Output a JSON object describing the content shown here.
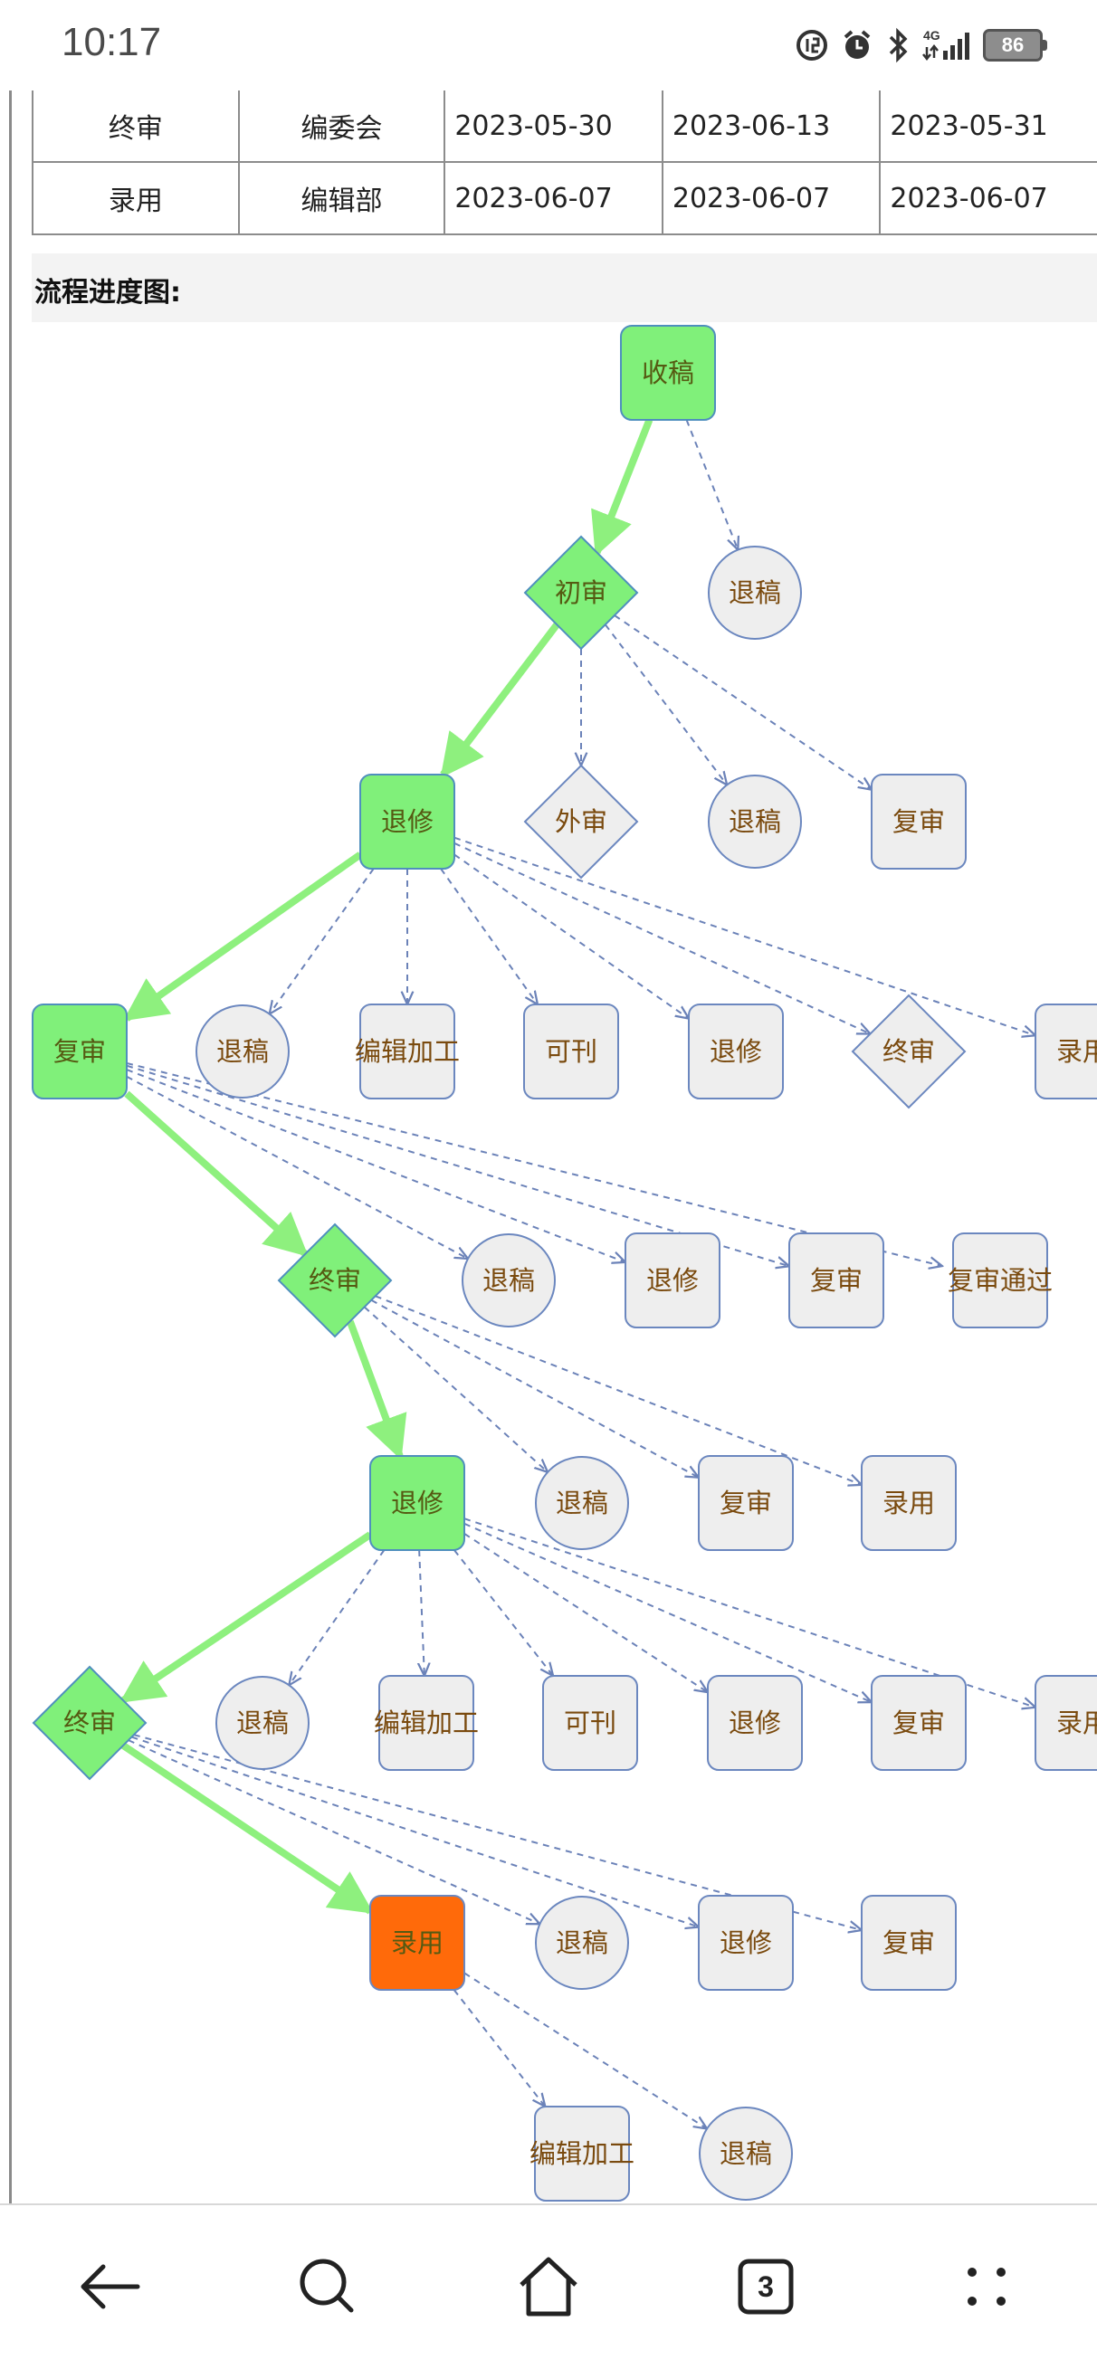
{
  "status_bar": {
    "time": "10:17",
    "battery": "86",
    "network": "4G"
  },
  "review_table": {
    "rows": [
      [
        "终审",
        "编委会",
        "2023-05-30",
        "2023-06-13",
        "2023-05-31"
      ],
      [
        "录用",
        "编辑部",
        "2023-06-07",
        "2023-06-07",
        "2023-06-07"
      ]
    ]
  },
  "flow_section": {
    "title": "流程进度图:"
  },
  "flow_chart": {
    "nodes": {
      "n1": {
        "label": "收稿",
        "shape": "rect",
        "state": "done"
      },
      "n2": {
        "label": "退稿",
        "shape": "circle",
        "state": "option"
      },
      "n3": {
        "label": "初审",
        "shape": "diamond",
        "state": "done"
      },
      "n4": {
        "label": "退修",
        "shape": "rect",
        "state": "done"
      },
      "n5": {
        "label": "外审",
        "shape": "diamond",
        "state": "option"
      },
      "n6": {
        "label": "退稿",
        "shape": "circle",
        "state": "option"
      },
      "n7": {
        "label": "复审",
        "shape": "rect",
        "state": "option"
      },
      "n8": {
        "label": "复审",
        "shape": "rect",
        "state": "done"
      },
      "n9": {
        "label": "退稿",
        "shape": "circle",
        "state": "option"
      },
      "n10": {
        "label": "编辑加工",
        "shape": "rect",
        "state": "option"
      },
      "n11": {
        "label": "可刊",
        "shape": "rect",
        "state": "option"
      },
      "n12": {
        "label": "退修",
        "shape": "rect",
        "state": "option"
      },
      "n13": {
        "label": "终审",
        "shape": "diamond",
        "state": "option"
      },
      "n14": {
        "label": "录用",
        "shape": "rect",
        "state": "option"
      },
      "n15": {
        "label": "终审",
        "shape": "diamond",
        "state": "done"
      },
      "n16": {
        "label": "退稿",
        "shape": "circle",
        "state": "option"
      },
      "n17": {
        "label": "退修",
        "shape": "rect",
        "state": "option"
      },
      "n18": {
        "label": "复审",
        "shape": "rect",
        "state": "option"
      },
      "n19": {
        "label": "复审通过",
        "shape": "rect",
        "state": "option"
      },
      "n20": {
        "label": "退修",
        "shape": "rect",
        "state": "done"
      },
      "n21": {
        "label": "退稿",
        "shape": "circle",
        "state": "option"
      },
      "n22": {
        "label": "复审",
        "shape": "rect",
        "state": "option"
      },
      "n23": {
        "label": "录用",
        "shape": "rect",
        "state": "option"
      },
      "n24": {
        "label": "终审",
        "shape": "diamond",
        "state": "done"
      },
      "n25": {
        "label": "退稿",
        "shape": "circle",
        "state": "option"
      },
      "n26": {
        "label": "编辑加工",
        "shape": "rect",
        "state": "option"
      },
      "n27": {
        "label": "可刊",
        "shape": "rect",
        "state": "option"
      },
      "n28": {
        "label": "退修",
        "shape": "rect",
        "state": "option"
      },
      "n29": {
        "label": "复审",
        "shape": "rect",
        "state": "option"
      },
      "n30": {
        "label": "录用",
        "shape": "rect",
        "state": "option"
      },
      "n31": {
        "label": "录用",
        "shape": "rect",
        "state": "current"
      },
      "n32": {
        "label": "退稿",
        "shape": "circle",
        "state": "option"
      },
      "n33": {
        "label": "退修",
        "shape": "rect",
        "state": "option"
      },
      "n34": {
        "label": "复审",
        "shape": "rect",
        "state": "option"
      },
      "n35": {
        "label": "编辑加工",
        "shape": "rect",
        "state": "option"
      },
      "n36": {
        "label": "退稿",
        "shape": "circle",
        "state": "option"
      }
    },
    "path_edges": [
      [
        "n1",
        "n3"
      ],
      [
        "n3",
        "n4"
      ],
      [
        "n4",
        "n8"
      ],
      [
        "n8",
        "n15"
      ],
      [
        "n15",
        "n20"
      ],
      [
        "n20",
        "n24"
      ],
      [
        "n24",
        "n31"
      ]
    ],
    "option_edges": [
      [
        "n1",
        "n2"
      ],
      [
        "n3",
        "n5"
      ],
      [
        "n3",
        "n6"
      ],
      [
        "n3",
        "n7"
      ],
      [
        "n4",
        "n9"
      ],
      [
        "n4",
        "n10"
      ],
      [
        "n4",
        "n11"
      ],
      [
        "n4",
        "n12"
      ],
      [
        "n4",
        "n13"
      ],
      [
        "n4",
        "n14"
      ],
      [
        "n8",
        "n16"
      ],
      [
        "n8",
        "n17"
      ],
      [
        "n8",
        "n18"
      ],
      [
        "n8",
        "n19"
      ],
      [
        "n15",
        "n21"
      ],
      [
        "n15",
        "n22"
      ],
      [
        "n15",
        "n23"
      ],
      [
        "n20",
        "n25"
      ],
      [
        "n20",
        "n26"
      ],
      [
        "n20",
        "n27"
      ],
      [
        "n20",
        "n28"
      ],
      [
        "n20",
        "n29"
      ],
      [
        "n20",
        "n30"
      ],
      [
        "n24",
        "n32"
      ],
      [
        "n24",
        "n33"
      ],
      [
        "n24",
        "n34"
      ],
      [
        "n31",
        "n35"
      ],
      [
        "n31",
        "n36"
      ]
    ],
    "colors": {
      "done_fill": "#80f07a",
      "done_stroke": "#4f8fbd",
      "option_fill": "#eeeeee",
      "option_stroke": "#6b87bf",
      "current_fill": "#ff6a0a",
      "path_edge": "#8ef07e",
      "option_edge": "#6b82b8"
    }
  },
  "nav_bar": {
    "tab_count": "3"
  }
}
